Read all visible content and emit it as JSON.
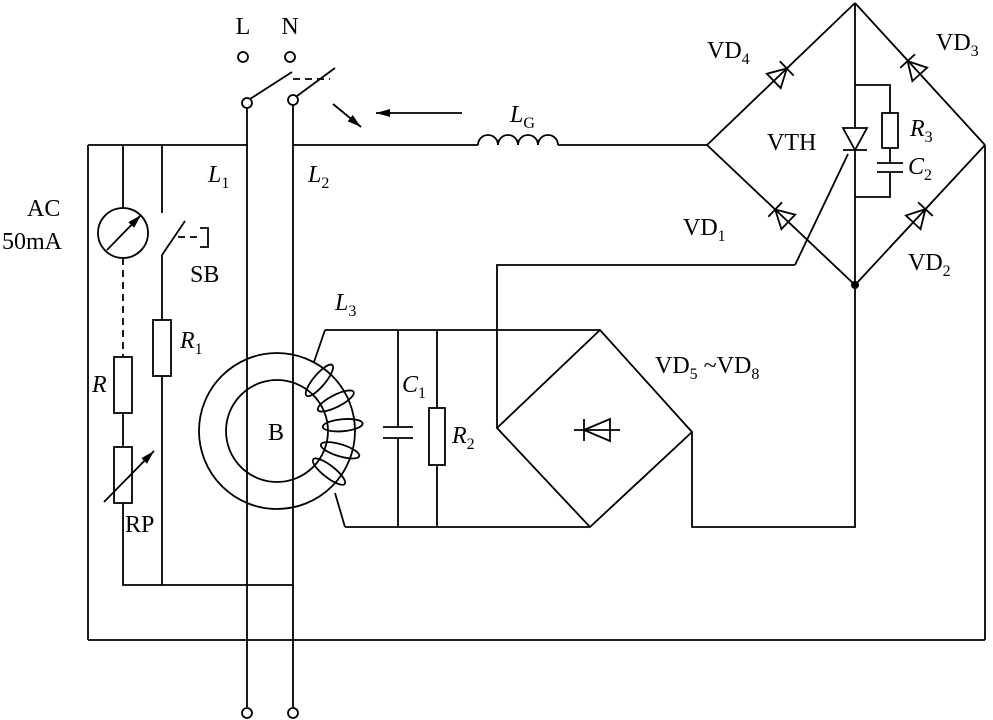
{
  "terminals": {
    "line": "L",
    "neutral": "N"
  },
  "labels": {
    "L1": {
      "main": "L",
      "sub": "1"
    },
    "L2": {
      "main": "L",
      "sub": "2"
    },
    "LG": {
      "main": "L",
      "sub": "G"
    },
    "L3": {
      "main": "L",
      "sub": "3"
    },
    "C1": {
      "main": "C",
      "sub": "1"
    },
    "R2": {
      "main": "R",
      "sub": "2"
    },
    "R1": {
      "main": "R",
      "sub": "1"
    },
    "R": "R",
    "RP": "RP",
    "SB": "SB",
    "meter": {
      "line1": "AC",
      "line2": "50mA"
    },
    "transformer": "B",
    "bridge_rect": {
      "main1": "VD",
      "sub1": "5",
      "sep": "~",
      "main2": "VD",
      "sub2": "8"
    },
    "VD1": {
      "main": "VD",
      "sub": "1"
    },
    "VD2": {
      "main": "VD",
      "sub": "2"
    },
    "VD3": {
      "main": "VD",
      "sub": "3"
    },
    "VD4": {
      "main": "VD",
      "sub": "4"
    },
    "VTH": "VTH",
    "R3": {
      "main": "R",
      "sub": "3"
    },
    "C2": {
      "main": "C",
      "sub": "2"
    }
  }
}
